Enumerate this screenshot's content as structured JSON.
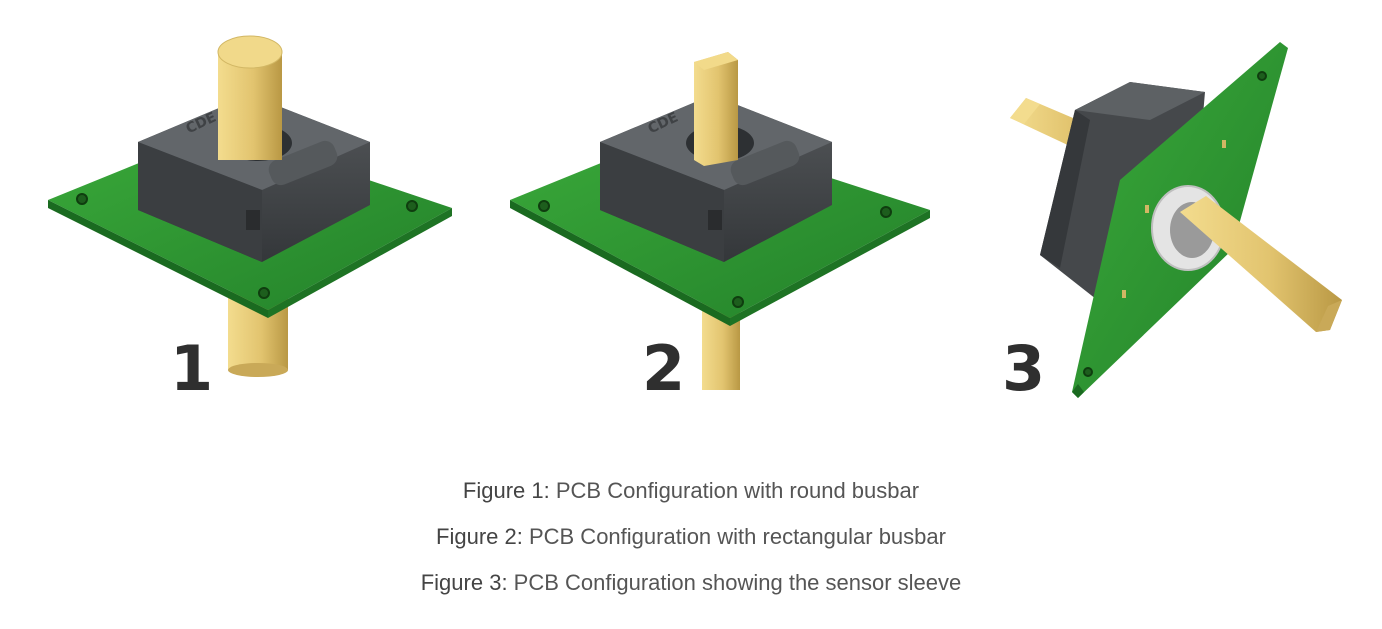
{
  "figures": [
    {
      "label": "1",
      "icon": "round-busbar-pcb-sensor-icon"
    },
    {
      "label": "2",
      "icon": "rectangular-busbar-pcb-sensor-icon"
    },
    {
      "label": "3",
      "icon": "sensor-sleeve-pcb-icon"
    }
  ],
  "sensor_housing_text": "CDE",
  "captions": [
    {
      "lead": "Figure 1:",
      "text": " PCB Configuration with round busbar"
    },
    {
      "lead": "Figure 2:",
      "text": " PCB Configuration with rectangular busbar"
    },
    {
      "lead": "Figure 3:",
      "text": " PCB Configuration showing the sensor sleeve"
    }
  ],
  "colors": {
    "pcb": "#2f9a2f",
    "pcb_dark": "#1e6e1e",
    "housing": "#4a4d50",
    "housing_top": "#5e6164",
    "busbar": "#e3c77a",
    "busbar_shadow": "#b89b4e",
    "sleeve": "#e6e6e6"
  }
}
